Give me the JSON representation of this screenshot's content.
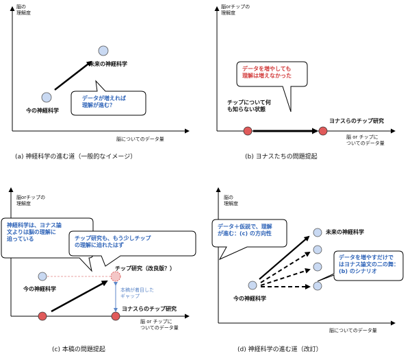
{
  "panel_a": {
    "y_axis": "脳の\n理解度",
    "x_axis": "脳についてのデータ量",
    "current": "今の神経科学",
    "future": "未来の神経科学",
    "bubble": "データが増えれば\n理解が進む？",
    "caption": "(a) 神経科学の進む道（一般的なイメージ）"
  },
  "panel_b": {
    "y_axis": "脳orチップの\n理解度",
    "x_axis": "脳 or チップに\nついてのデータ量",
    "chip_unknown": "チップについて何\nも知らない状態",
    "jonas": "ヨナスらのチップ研究",
    "bubble": "データを増やしても\n理解は増えなかった",
    "caption": "(b) ヨナスたちの問題提起"
  },
  "panel_c": {
    "y_axis": "脳orチップの\n理解度",
    "x_axis": "脳 or チップに\nついてのデータ量",
    "current": "今の神経科学",
    "improved": "チップ研究（改良版？）",
    "jonas": "ヨナスらのチップ研究",
    "gap": "本稿が着目した\nギャップ",
    "bubble_left": "神経科学は、ヨナス論\n文よりは脳の理解に\n迫っている",
    "bubble_right": "チップ研究も、もう少しチップ\nの理解に迫れたはず",
    "caption": "(c) 本稿の問題提起"
  },
  "panel_d": {
    "y_axis": "脳の\n理解度",
    "x_axis": "脳についてのデータ量",
    "current": "今の神経科学",
    "future": "未来の神経科学",
    "bubble_left": "データ＋仮説で、理解\nが進む：(c) の方向性",
    "bubble_right": "データを増やすだけで\nはヨナス論文の二の舞：\n(b) のシナリオ",
    "caption": "(d) 神経科学の進む道（改訂）"
  },
  "colors": {
    "blue_fill": "#c9d9f2",
    "red_fill": "#e05a5a",
    "pink_fill": "#f4c7c7",
    "blue_text": "#2f64b8",
    "red_text": "#d23b3b"
  }
}
